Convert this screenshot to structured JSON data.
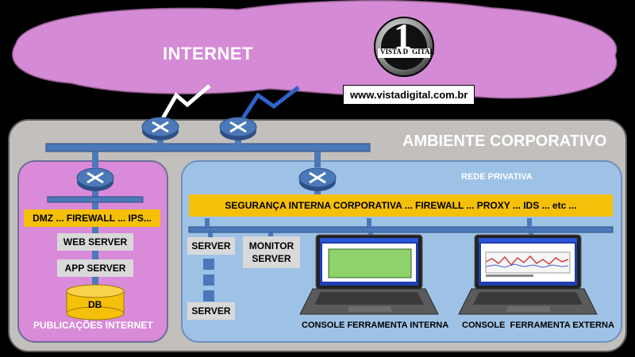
{
  "cloud": {
    "label": "INTERNET"
  },
  "logo": {
    "text": "VISTA D",
    "text_end": "GITAL",
    "digit": "1"
  },
  "url": "www.vistadigital.com.br",
  "corporate": {
    "title": "AMBIENTE CORPORATIVO",
    "public": {
      "title": "PUBLICAÇÕES INTERNET",
      "dmz": "DMZ ... FIREWALL ... IPS...",
      "web_server": "WEB SERVER",
      "app_server": "APP SERVER",
      "db": "DB"
    },
    "private": {
      "title": "REDE PRIVATIVA",
      "security": "SEGURANÇA INTERNA CORPORATIVA  ...  FIREWALL  ...  PROXY  ...  IDS  ...  etc ...",
      "server_top": "SERVER",
      "server_bottom": "SERVER",
      "monitor_server": "MONITOR\nSERVER",
      "console_internal": "CONSOLE FERRAMENTA INTERNA",
      "console_external": "CONSOLE  FERRAMENTA EXTERNA"
    }
  },
  "colors": {
    "cloud": "#d58ad5",
    "corporate": "#c2bfbd",
    "public": "#d98ad8",
    "private": "#9ec2e6",
    "security_bar": "#f5c00a",
    "bus": "#4a78b8",
    "router": "#4a78b8",
    "link_white": "#ffffff",
    "link_blue": "#2f63c9"
  }
}
